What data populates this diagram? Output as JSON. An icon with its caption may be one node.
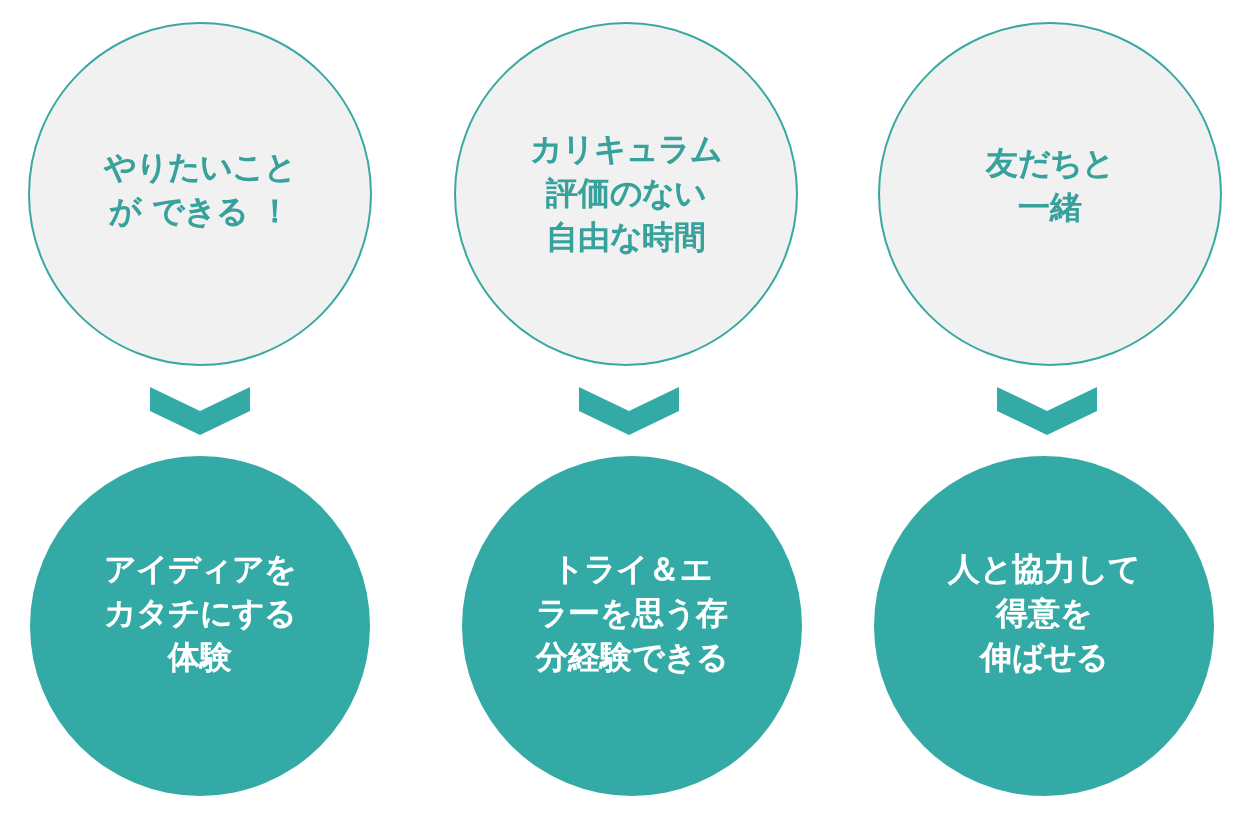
{
  "diagram": {
    "nodes": [
      {
        "text": [
          "やりたいことが できる ！"
        ]
      },
      {
        "text": [
          "カリキュラム評価のない自由な時間"
        ]
      },
      {
        "text": [
          "友だちと一緒"
        ]
      },
      {
        "text": [
          "アイディアをカタチにする体験"
        ]
      },
      {
        "text": [
          "トライ＆エラーを思う存分経験できる"
        ]
      },
      {
        "text": [
          "人と協力して得意を伸ばせる"
        ]
      }
    ],
    "edges": [
      {
        "from": 0,
        "to": 3,
        "arrow": "to"
      },
      {
        "from": 1,
        "to": 4,
        "arrow": "to"
      },
      {
        "from": 2,
        "to": 5,
        "arrow": "to"
      }
    ]
  }
}
